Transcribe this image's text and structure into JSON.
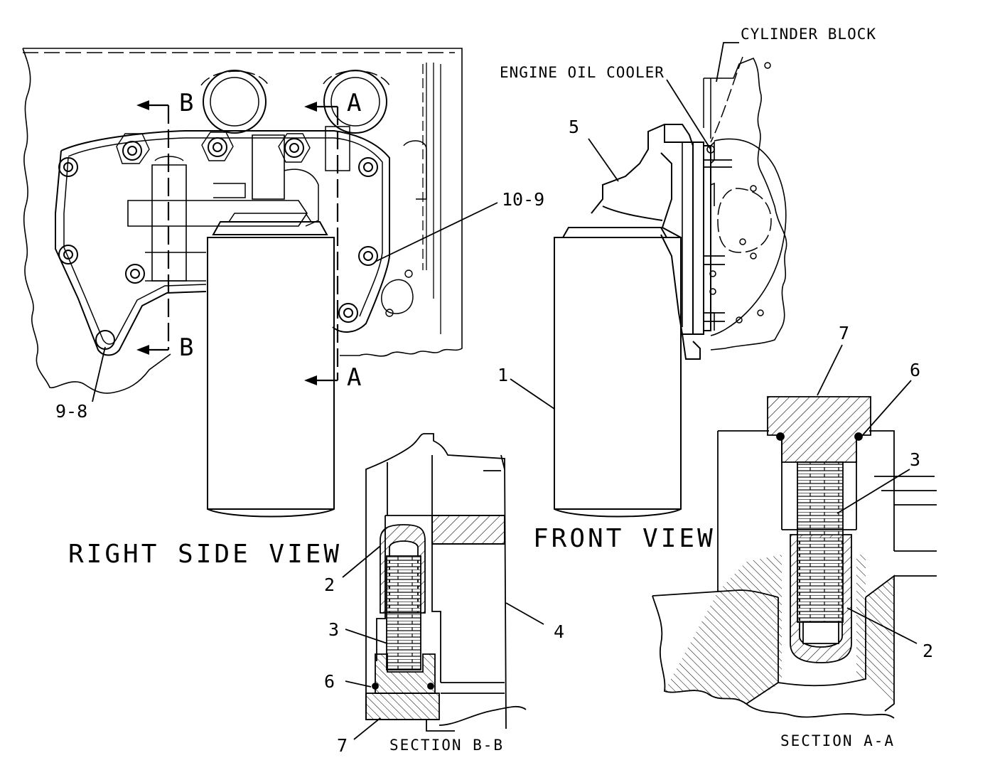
{
  "views": {
    "right_side": "RIGHT SIDE VIEW",
    "front": "FRONT VIEW",
    "section_bb": "SECTION B-B",
    "section_aa": "SECTION A-A"
  },
  "names": {
    "cylinder_block": "CYLINDER BLOCK",
    "oil_cooler": "ENGINE OIL COOLER"
  },
  "cutting_planes": {
    "a": "A",
    "b": "B"
  },
  "callouts": {
    "c1": "1",
    "c2": "2",
    "c3": "3",
    "c4": "4",
    "c5": "5",
    "c6": "6",
    "c7": "7",
    "c98": "9-8",
    "c109": "10-9"
  }
}
